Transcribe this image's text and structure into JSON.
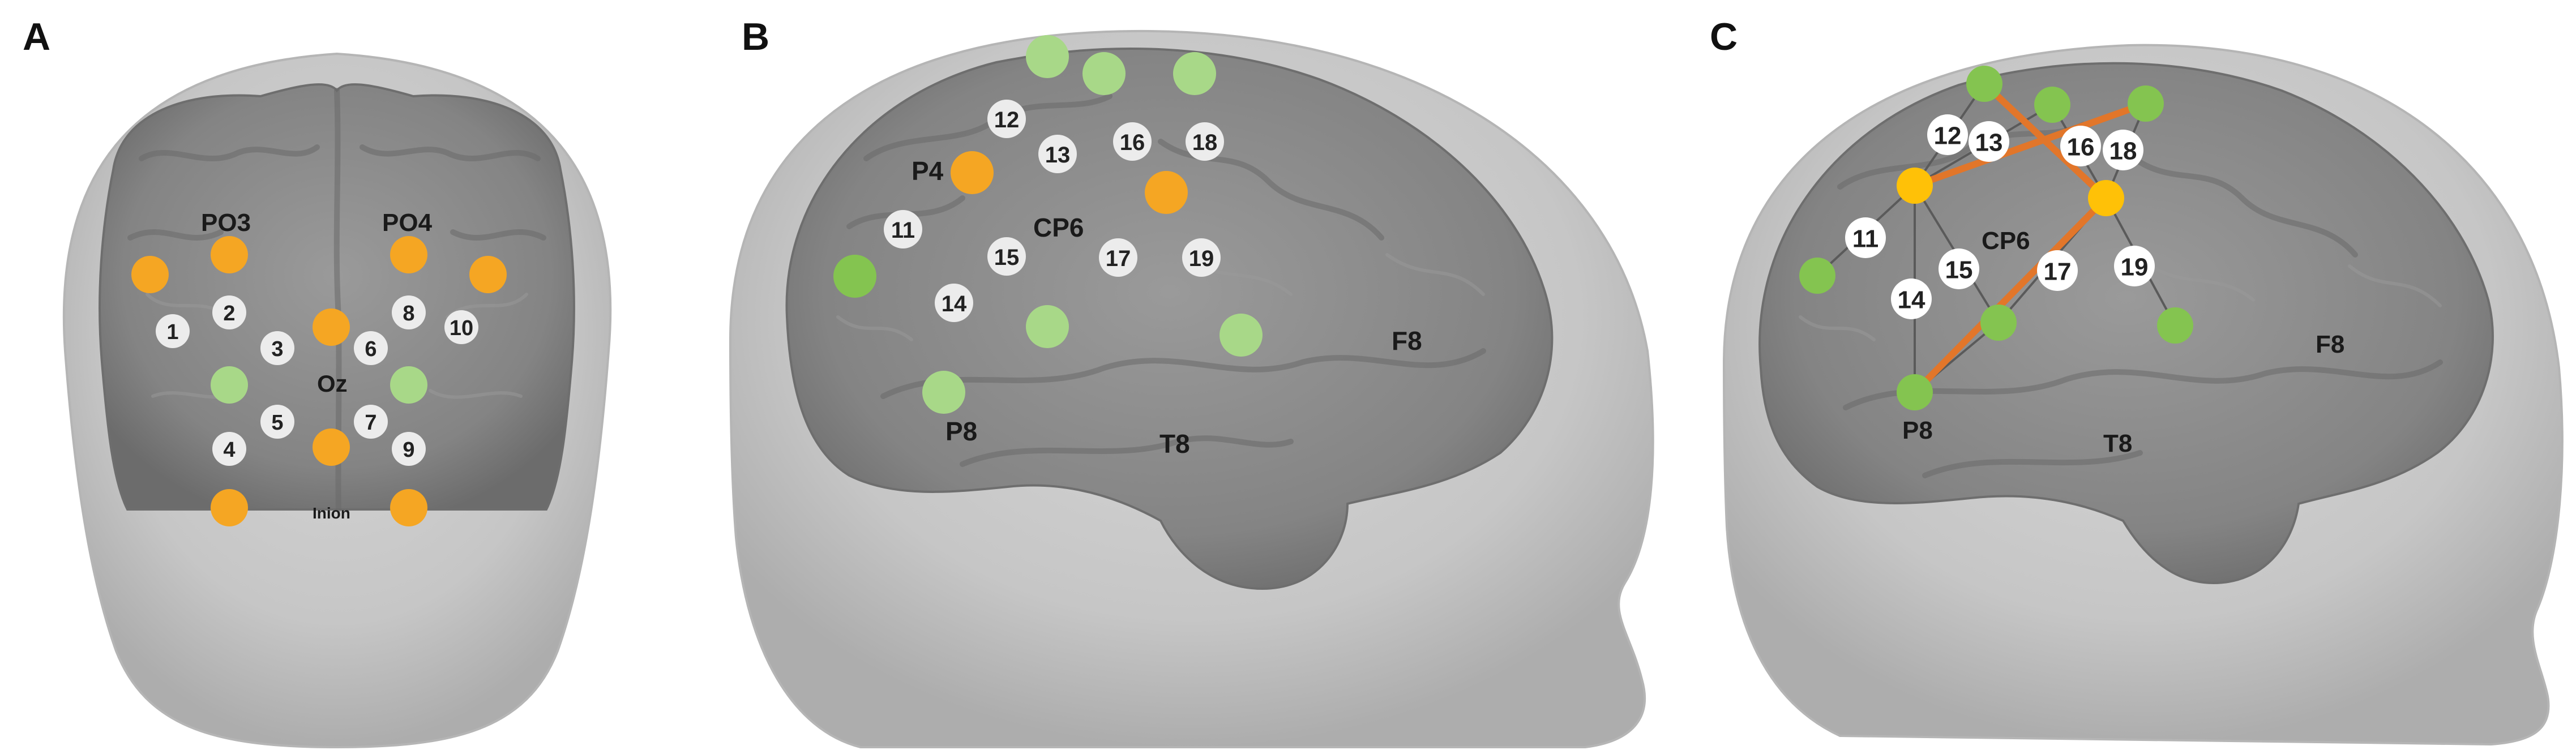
{
  "panels": [
    {
      "id": "A",
      "letter": "A",
      "electrode_labels": [
        "PO3",
        "PO4",
        "Oz",
        "Inion"
      ],
      "channel_numbers": [
        "1",
        "2",
        "3",
        "4",
        "5",
        "6",
        "7",
        "8",
        "9",
        "10"
      ]
    },
    {
      "id": "B",
      "letter": "B",
      "electrode_labels": [
        "P4",
        "CP6",
        "P8",
        "T8",
        "F8"
      ],
      "channel_numbers": [
        "11",
        "12",
        "13",
        "14",
        "15",
        "16",
        "17",
        "18",
        "19"
      ]
    },
    {
      "id": "C",
      "letter": "C",
      "electrode_labels": [
        "CP6",
        "P8",
        "T8",
        "F8"
      ],
      "channel_numbers": [
        "11",
        "12",
        "13",
        "14",
        "15",
        "16",
        "17",
        "18",
        "19"
      ]
    }
  ],
  "colors": {
    "source": "#f5a623",
    "detector_light": "#a8d888",
    "detector": "#84c450",
    "channel_disc": "#ececec",
    "short_channel_line": "#e2762a",
    "head": "#c9c9c9",
    "brain": "#8a8a8a"
  }
}
